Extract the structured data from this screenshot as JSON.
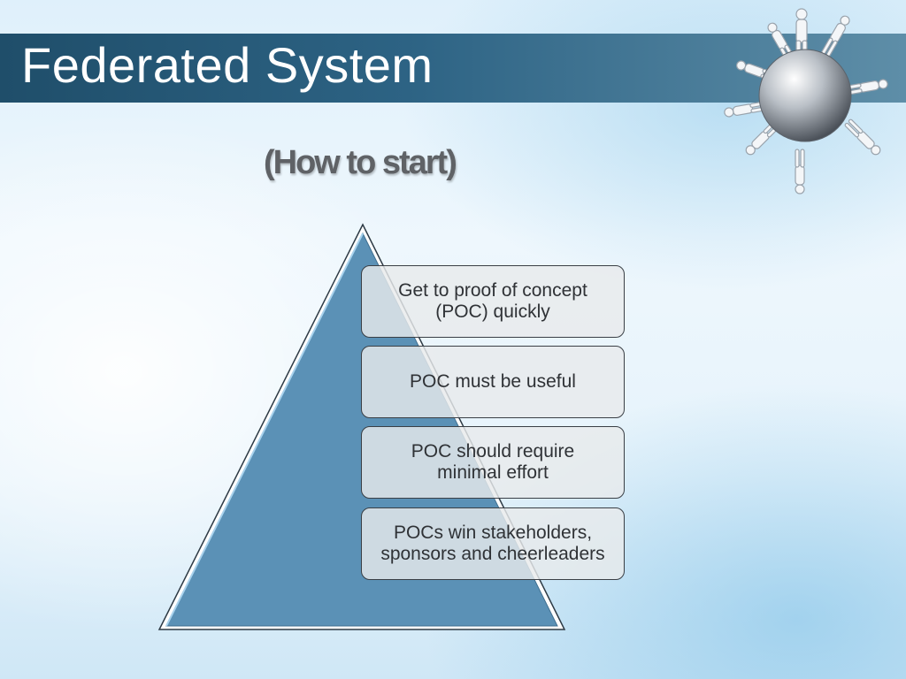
{
  "slide": {
    "title": "Federated System",
    "subtitle": "(How to start)"
  },
  "pyramid": {
    "fill_color": "#5b91b6",
    "steps": [
      {
        "label": "Get to proof of concept\n(POC) quickly"
      },
      {
        "label": "POC must be useful"
      },
      {
        "label": "POC should require\nminimal effort"
      },
      {
        "label": "POCs win stakeholders,\nsponsors and cheerleaders"
      }
    ]
  },
  "logo": {
    "icon": "globe-with-people-icon"
  },
  "colors": {
    "title_bar": "#2d6384",
    "title_text": "#ffffff",
    "subtitle_text": "#5f6266",
    "box_border": "#3a3f45"
  }
}
